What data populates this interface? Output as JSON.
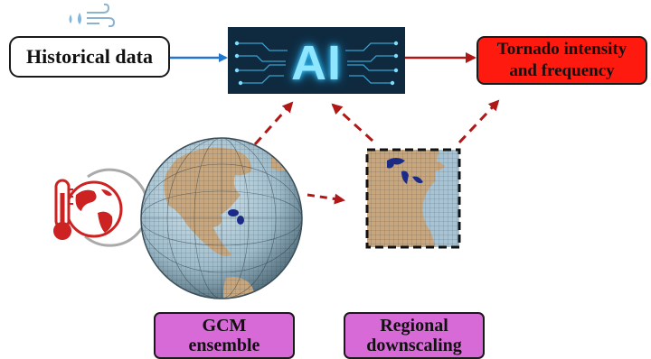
{
  "nodes": {
    "historical": {
      "label": "Historical data"
    },
    "ai": {
      "label": "AI"
    },
    "tornado": {
      "line1": "Tornado intensity",
      "line2": "and frequency"
    },
    "gcm": {
      "line1": "GCM",
      "line2": "ensemble"
    },
    "regional": {
      "line1": "Regional",
      "line2": "downscaling"
    }
  },
  "icons": [
    "weather-icon",
    "climate-thermometer-globe-icon",
    "globe-grid",
    "regional-map"
  ],
  "colors": {
    "arrow_blue": "#2277cc",
    "arrow_red": "#b01818",
    "tornado_box": "#ff1a10",
    "model_boxes": "#d86ad8",
    "ai_panel": "#0f2a3f",
    "ocean": "#a8c4d4",
    "land": "#c8a77e"
  }
}
